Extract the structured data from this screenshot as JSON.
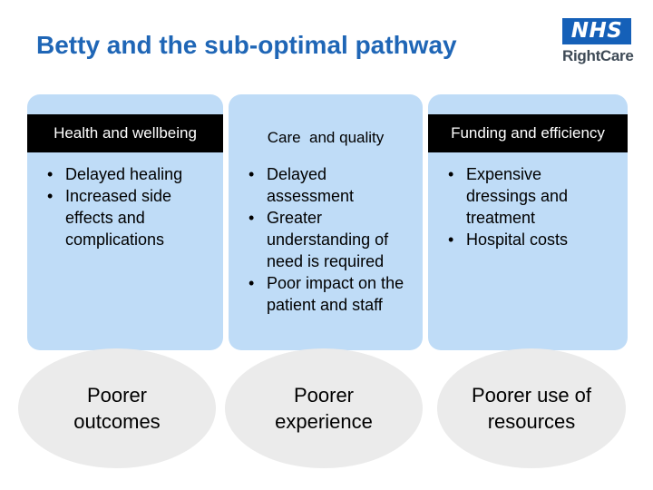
{
  "title": "Betty and the sub-optimal pathway",
  "logo": {
    "nhs": "NHS",
    "brand": "RightCare"
  },
  "columns": [
    {
      "header": "Health and wellbeing",
      "bullets": [
        "Delayed healing",
        "Increased side effects and complications"
      ],
      "outcome": "Poorer outcomes"
    },
    {
      "header": "Care  and quality",
      "bullets": [
        "Delayed assessment",
        "Greater understanding of need is required",
        "Poor impact on the patient and staff"
      ],
      "outcome": "Poorer experience"
    },
    {
      "header": "Funding and efficiency",
      "bullets": [
        "Expensive dressings and treatment",
        "Hospital costs"
      ],
      "outcome": "Poorer use of resources"
    }
  ],
  "colors": {
    "title": "#1f66b6",
    "card": "#bfdcf7",
    "header": "#000000",
    "oval": "#ebebeb",
    "nhs": "#1560b8"
  }
}
